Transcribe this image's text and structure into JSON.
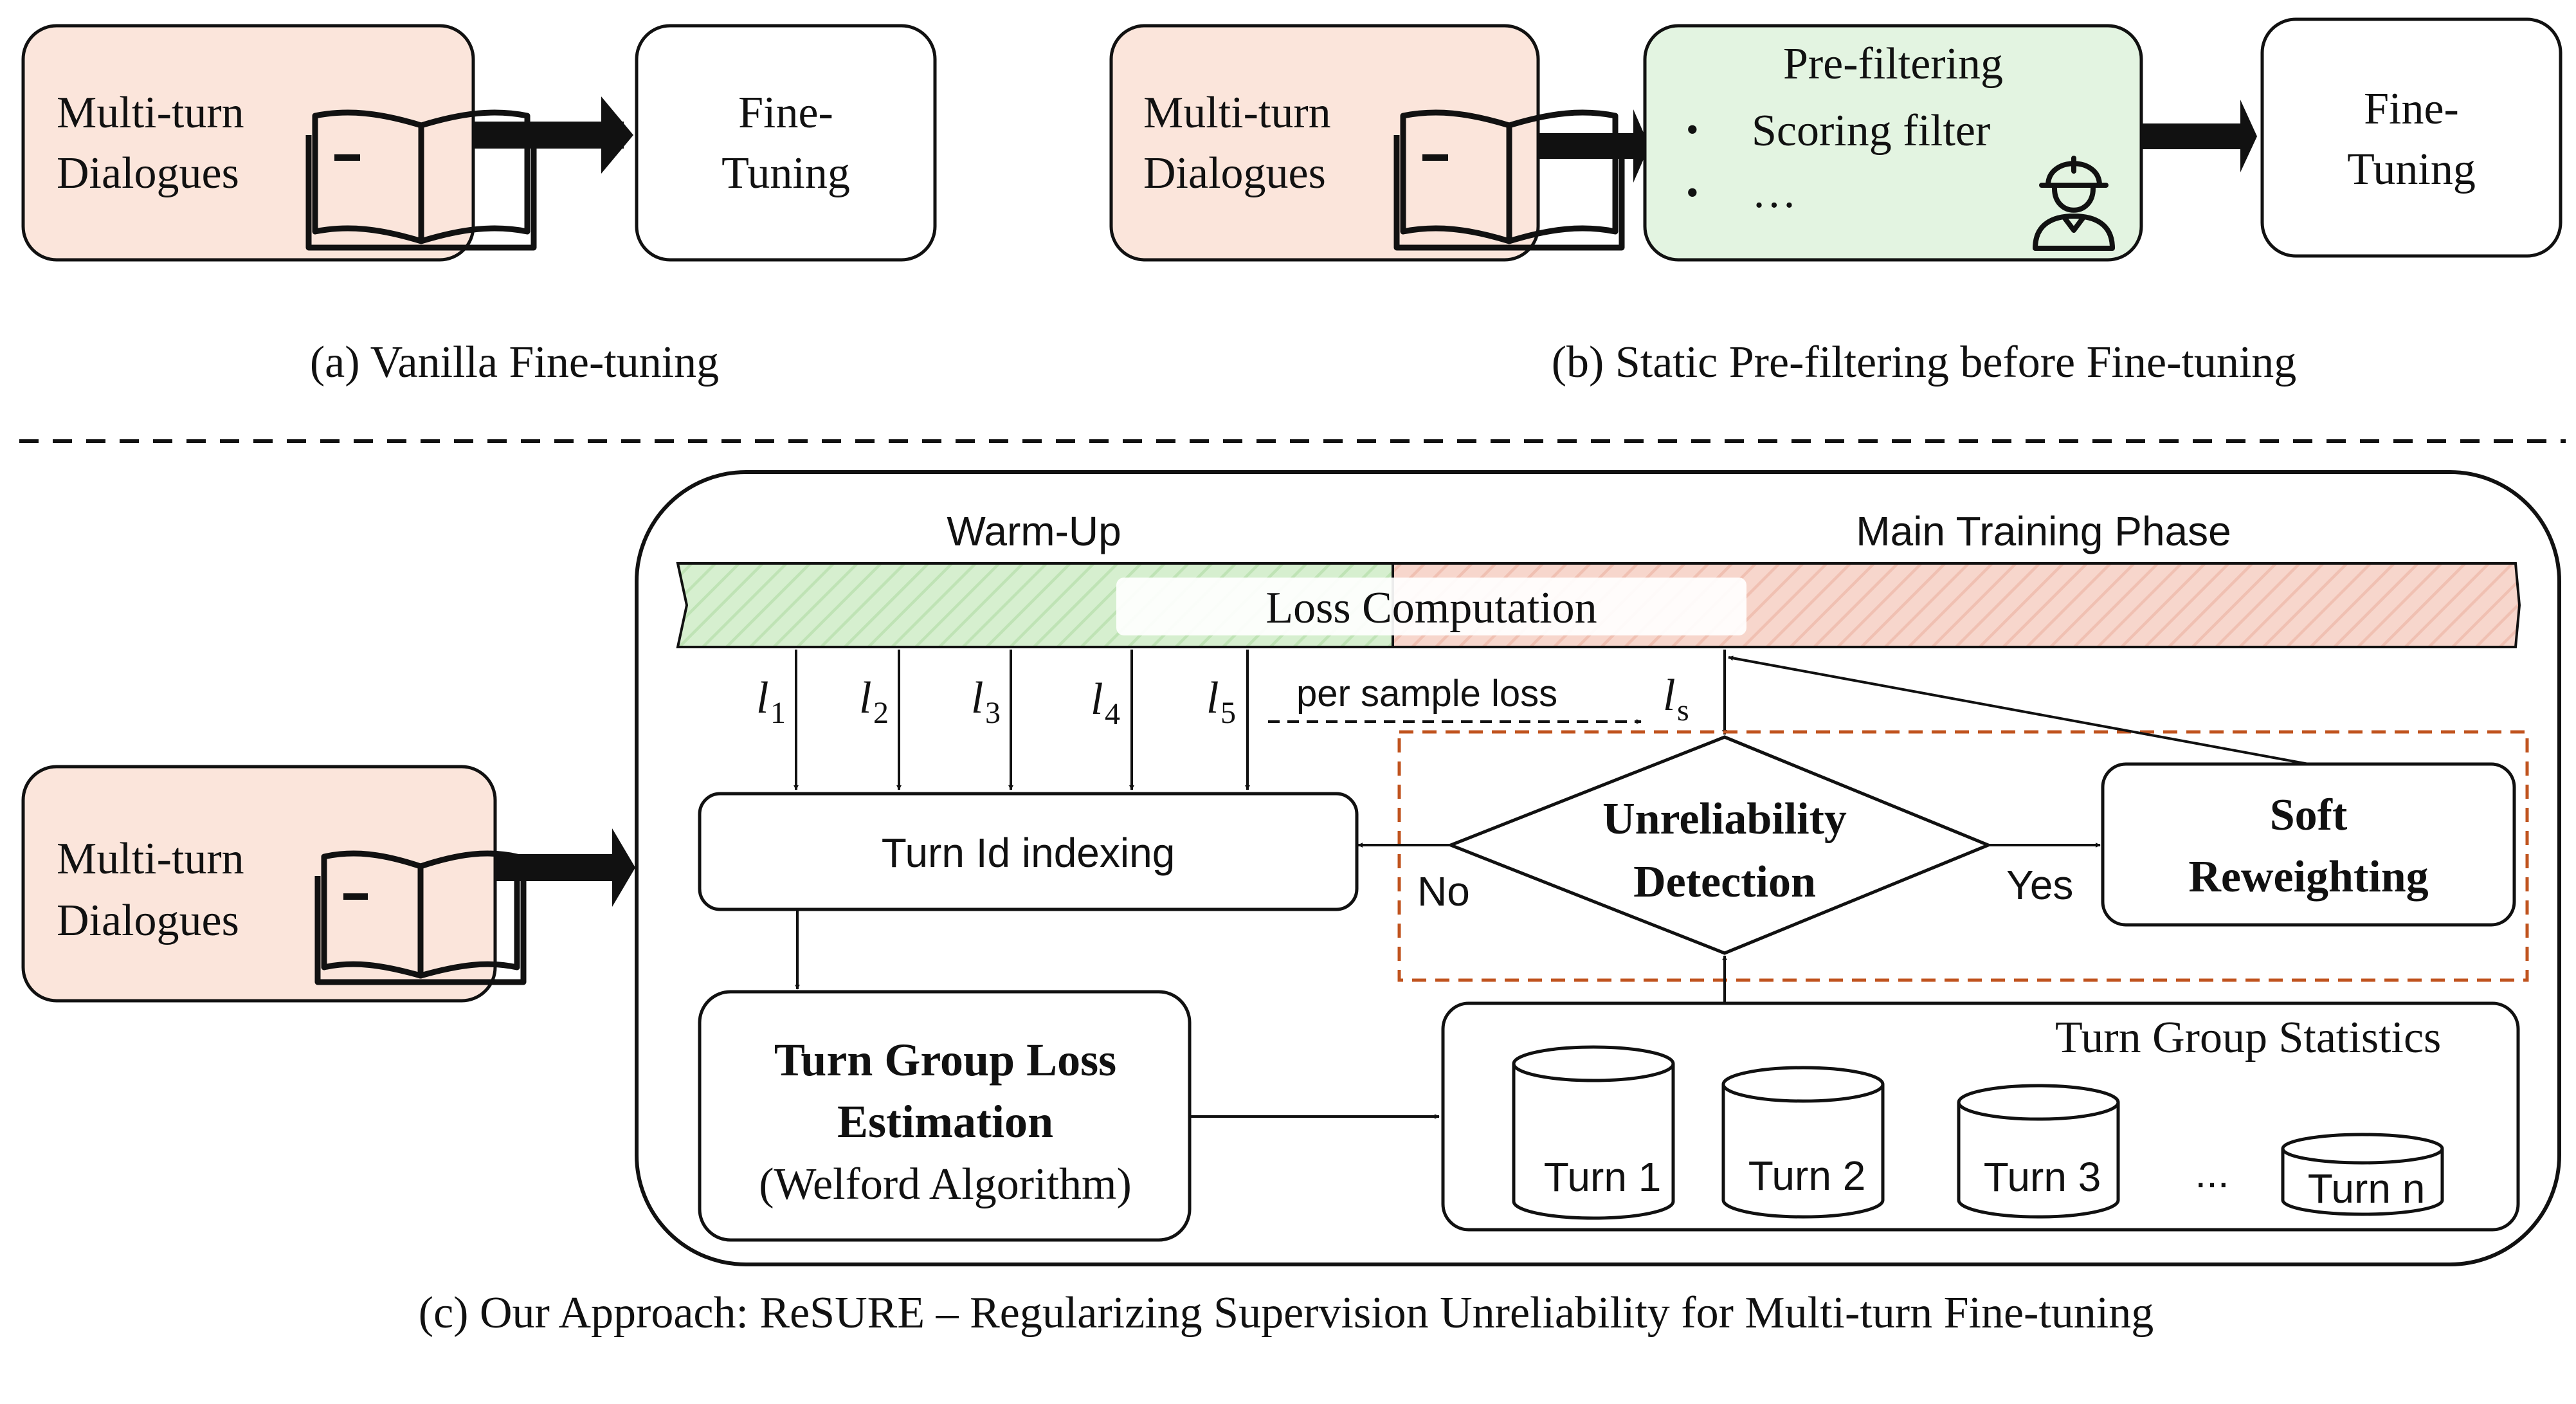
{
  "colors": {
    "dialogue_fill": "#FBE5DB",
    "prefilter_fill": "#E3F4E1",
    "warmup_fill": "#D6EFCF",
    "main_fill": "#F7D6CC",
    "stroke": "#111111",
    "dashed_box": "#C0531E"
  },
  "panel_a": {
    "dialogues_line1": "Multi-turn",
    "dialogues_line2": "Dialogues",
    "finetune_line1": "Fine-",
    "finetune_line2": "Tuning",
    "caption": "(a) Vanilla Fine-tuning"
  },
  "panel_b": {
    "dialogues_line1": "Multi-turn",
    "dialogues_line2": "Dialogues",
    "prefilter_title": "Pre-filtering",
    "bullet_mark": "•",
    "bullet1": "Scoring filter",
    "bullet2": "…",
    "finetune_line1": "Fine-",
    "finetune_line2": "Tuning",
    "caption": "(b) Static Pre-filtering before Fine-tuning"
  },
  "panel_c": {
    "dialogues_line1": "Multi-turn",
    "dialogues_line2": "Dialogues",
    "warmup_label": "Warm-Up",
    "main_phase_label": "Main Training Phase",
    "loss_computation": "Loss Computation",
    "loss_symbols": [
      {
        "base": "l",
        "sub": "1"
      },
      {
        "base": "l",
        "sub": "2"
      },
      {
        "base": "l",
        "sub": "3"
      },
      {
        "base": "l",
        "sub": "4"
      },
      {
        "base": "l",
        "sub": "5"
      }
    ],
    "ls_symbol": {
      "base": "l",
      "sub": "s"
    },
    "per_sample_loss": "per sample loss",
    "turn_id_indexing": "Turn Id indexing",
    "unreliability_line1": "Unreliability",
    "unreliability_line2": "Detection",
    "no_label": "No",
    "yes_label": "Yes",
    "soft_line1": "Soft",
    "soft_line2": "Reweighting",
    "estimation_line1": "Turn Group Loss",
    "estimation_line2": "Estimation",
    "estimation_line3": "(Welford Algorithm)",
    "stats_title": "Turn Group Statistics",
    "turns": [
      "Turn 1",
      "Turn 2",
      "Turn 3",
      "Turn n"
    ],
    "ellipsis": "...",
    "caption": "(c) Our Approach: ReSURE – Regularizing Supervision Unreliability for Multi-turn Fine-tuning"
  },
  "icons": [
    "open-book-icon",
    "worker-icon",
    "database-cylinder-icon"
  ]
}
